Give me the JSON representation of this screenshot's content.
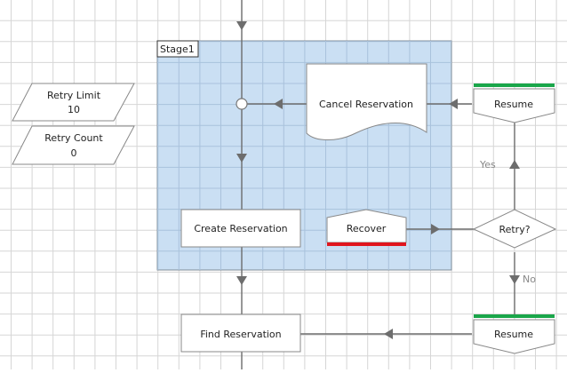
{
  "diagram": {
    "stage": {
      "label": "Stage1",
      "fill": "#c6dcf2",
      "border": "#7f8c99"
    },
    "data_items": [
      {
        "id": "retry-limit",
        "name": "Retry Limit",
        "value": "10"
      },
      {
        "id": "retry-count",
        "name": "Retry Count",
        "value": "0"
      }
    ],
    "nodes": {
      "cancel_reservation": "Cancel Reservation",
      "create_reservation": "Create Reservation",
      "recover": "Recover",
      "retry_decision": "Retry?",
      "resume_top": "Resume",
      "resume_bottom": "Resume",
      "find_reservation": "Find Reservation"
    },
    "edge_labels": {
      "yes": "Yes",
      "no": "No"
    },
    "colors": {
      "resume_bar": "#1aa64a",
      "recover_bar": "#e0161e",
      "connector": "#6d6d6d",
      "grid": "#d4d4d4"
    }
  }
}
